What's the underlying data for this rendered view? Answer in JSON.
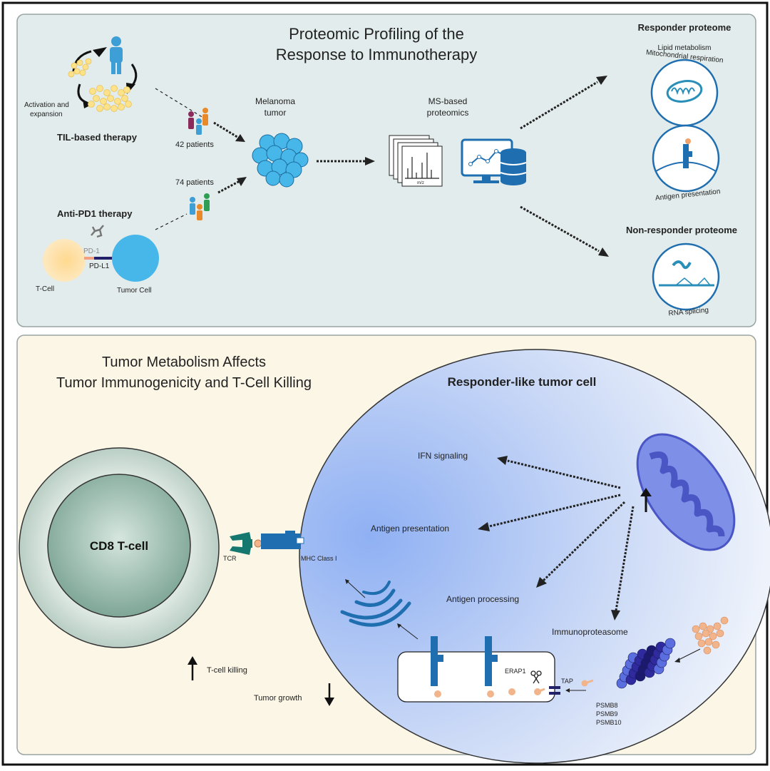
{
  "top_panel": {
    "title_line1": "Proteomic Profiling of the",
    "title_line2": "Response to Immunotherapy",
    "til": {
      "activation_line1": "Activation and",
      "activation_line2": "expansion",
      "label": "TIL-based therapy",
      "patients": "42 patients"
    },
    "antipd1": {
      "label": "Anti-PD1 therapy",
      "patients": "74 patients",
      "pd1": "PD-1",
      "pdl1": "PD-L1",
      "tcell": "T-Cell",
      "tumor_cell": "Tumor Cell"
    },
    "melanoma_line1": "Melanoma",
    "melanoma_line2": "tumor",
    "ms_line1": "MS-based",
    "ms_line2": "proteomics",
    "mz": "m/z",
    "responder": {
      "title": "Responder proteome",
      "lipid": "Lipid metabolism",
      "mito": "Mitochondrial respiration",
      "antigen": "Antigen presentation"
    },
    "nonresponder": {
      "title": "Non-responder proteome",
      "rna": "RNA splicing"
    }
  },
  "bottom_panel": {
    "title_line1": "Tumor Metabolism Affects",
    "title_line2": "Tumor Immunogenicity and T-Cell Killing",
    "cd8": "CD8 T-cell",
    "tcr": "TCR",
    "mhc": "MHC Class I",
    "tumor_cell_title": "Responder-like tumor cell",
    "ifn": "IFN signaling",
    "antigen_presentation": "Antigen presentation",
    "antigen_processing": "Antigen processing",
    "immunoproteasome": "Immunoproteasome",
    "erap1": "ERAP1",
    "tap": "TAP",
    "psmb8": "PSMB8",
    "psmb9": "PSMB9",
    "psmb10": "PSMB10",
    "tcell_killing": "T-cell killing",
    "tumor_growth": "Tumor growth"
  },
  "colors": {
    "top_bg": "#e3ecec",
    "bottom_bg": "#fbf6e6",
    "melanoma": "#47b7ea",
    "tumor_cell_gradient_start": "#8fb0f3",
    "mhc_blue": "#1f6fb0",
    "tcr_teal": "#14786e",
    "proteasome_purple": "#3b3bb0",
    "peptide_orange": "#f2b48a"
  }
}
